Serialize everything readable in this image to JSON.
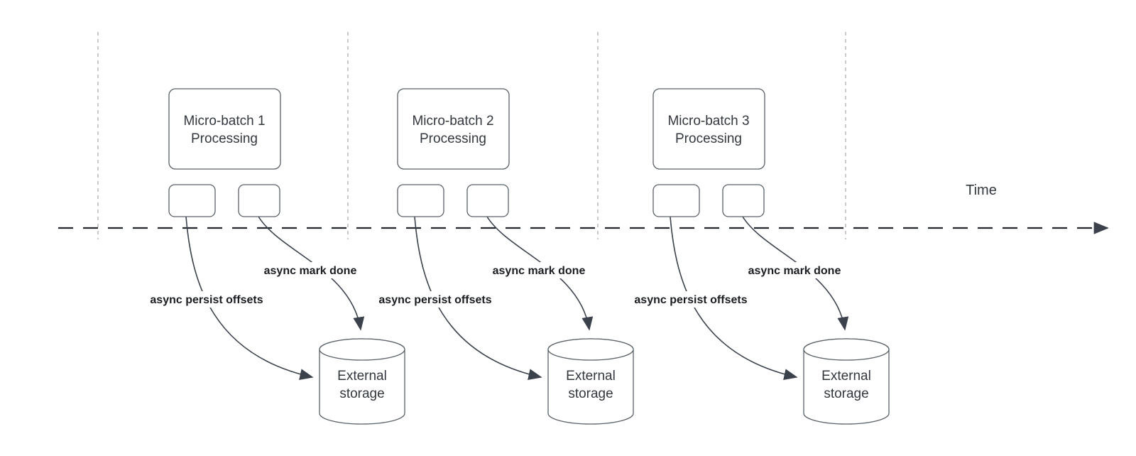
{
  "diagram": {
    "title_semantic": "micro-batch async offset commit timeline",
    "timeline": {
      "label": "Time"
    },
    "batches": [
      {
        "title_line1": "Micro-batch 1",
        "title_line2": "Processing",
        "persist_label": "async persist offsets",
        "mark_label": "async mark done",
        "storage_line1": "External",
        "storage_line2": "storage"
      },
      {
        "title_line1": "Micro-batch 2",
        "title_line2": "Processing",
        "persist_label": "async persist offsets",
        "mark_label": "async mark done",
        "storage_line1": "External",
        "storage_line2": "storage"
      },
      {
        "title_line1": "Micro-batch 3",
        "title_line2": "Processing",
        "persist_label": "async persist offsets",
        "mark_label": "async mark done",
        "storage_line1": "External",
        "storage_line2": "storage"
      }
    ],
    "colors": {
      "connector": "#3b424c",
      "box_border": "#5b6169",
      "timeline": "#23272e",
      "guide": "#b3b3b3",
      "label_text": "#1a1d21",
      "box_text": "#33383f"
    }
  }
}
